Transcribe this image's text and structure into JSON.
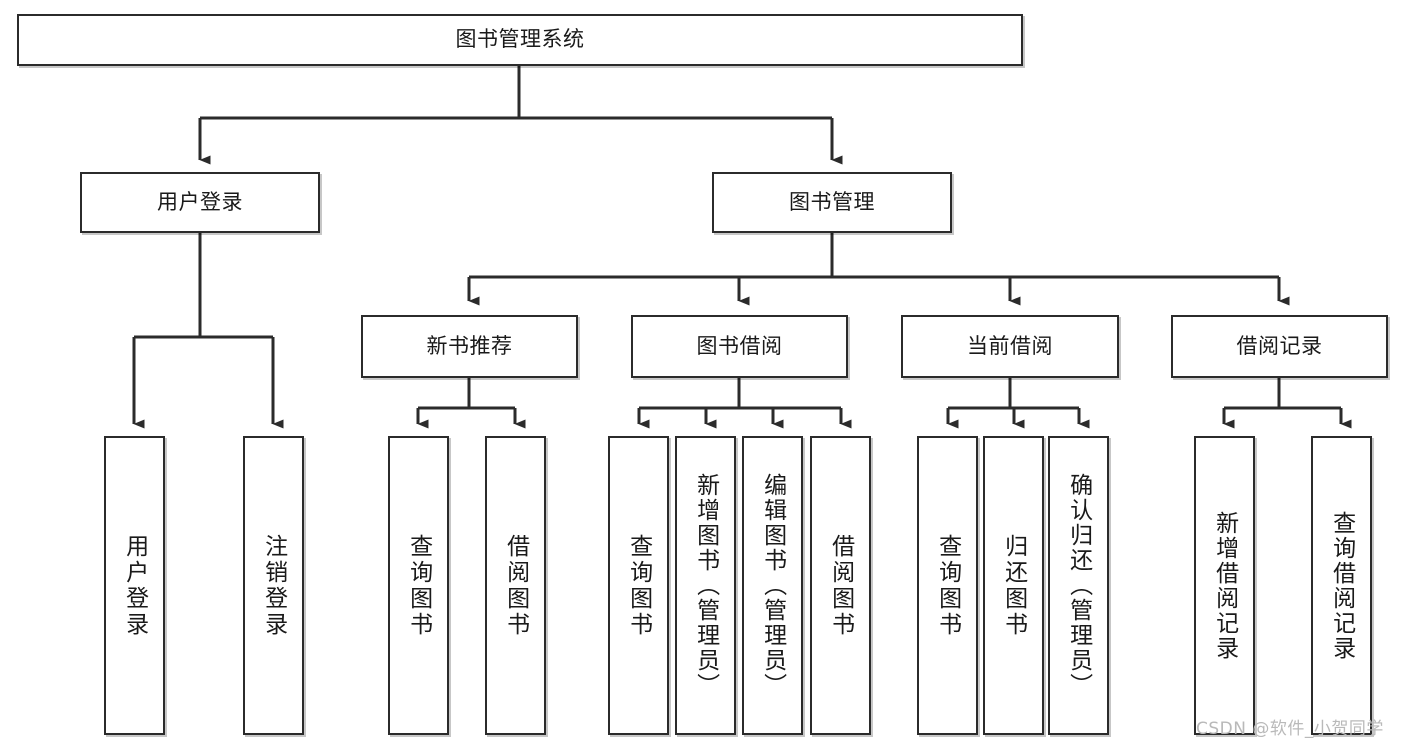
{
  "diagram": {
    "title": "图书管理系统",
    "type": "tree-hierarchy",
    "watermark": "CSDN @软件_小贺同学",
    "colors": {
      "stroke": "#2b2b2b",
      "box_fill": "#ffffff",
      "text": "#1a1a1a",
      "watermark": "#b9b9b9",
      "background": "#ffffff"
    },
    "root": {
      "label": "图书管理系统"
    },
    "level2": [
      {
        "label": "用户登录"
      },
      {
        "label": "图书管理"
      }
    ],
    "level3": [
      {
        "label": "新书推荐"
      },
      {
        "label": "图书借阅"
      },
      {
        "label": "当前借阅"
      },
      {
        "label": "借阅记录"
      }
    ],
    "leaves": {
      "user_login": [
        {
          "label": "用户登录"
        },
        {
          "label": "注销登录"
        }
      ],
      "new_book_recommend": [
        {
          "label": "查询图书"
        },
        {
          "label": "借阅图书"
        }
      ],
      "book_borrow": [
        {
          "label": "查询图书"
        },
        {
          "label": "新增图书（管理员）"
        },
        {
          "label": "编辑图书（管理员）"
        },
        {
          "label": "借阅图书"
        }
      ],
      "current_borrow": [
        {
          "label": "查询图书"
        },
        {
          "label": "归还图书"
        },
        {
          "label": "确认归还（管理员）"
        }
      ],
      "borrow_record": [
        {
          "label": "新增借阅记录"
        },
        {
          "label": "查询借阅记录"
        }
      ]
    }
  }
}
